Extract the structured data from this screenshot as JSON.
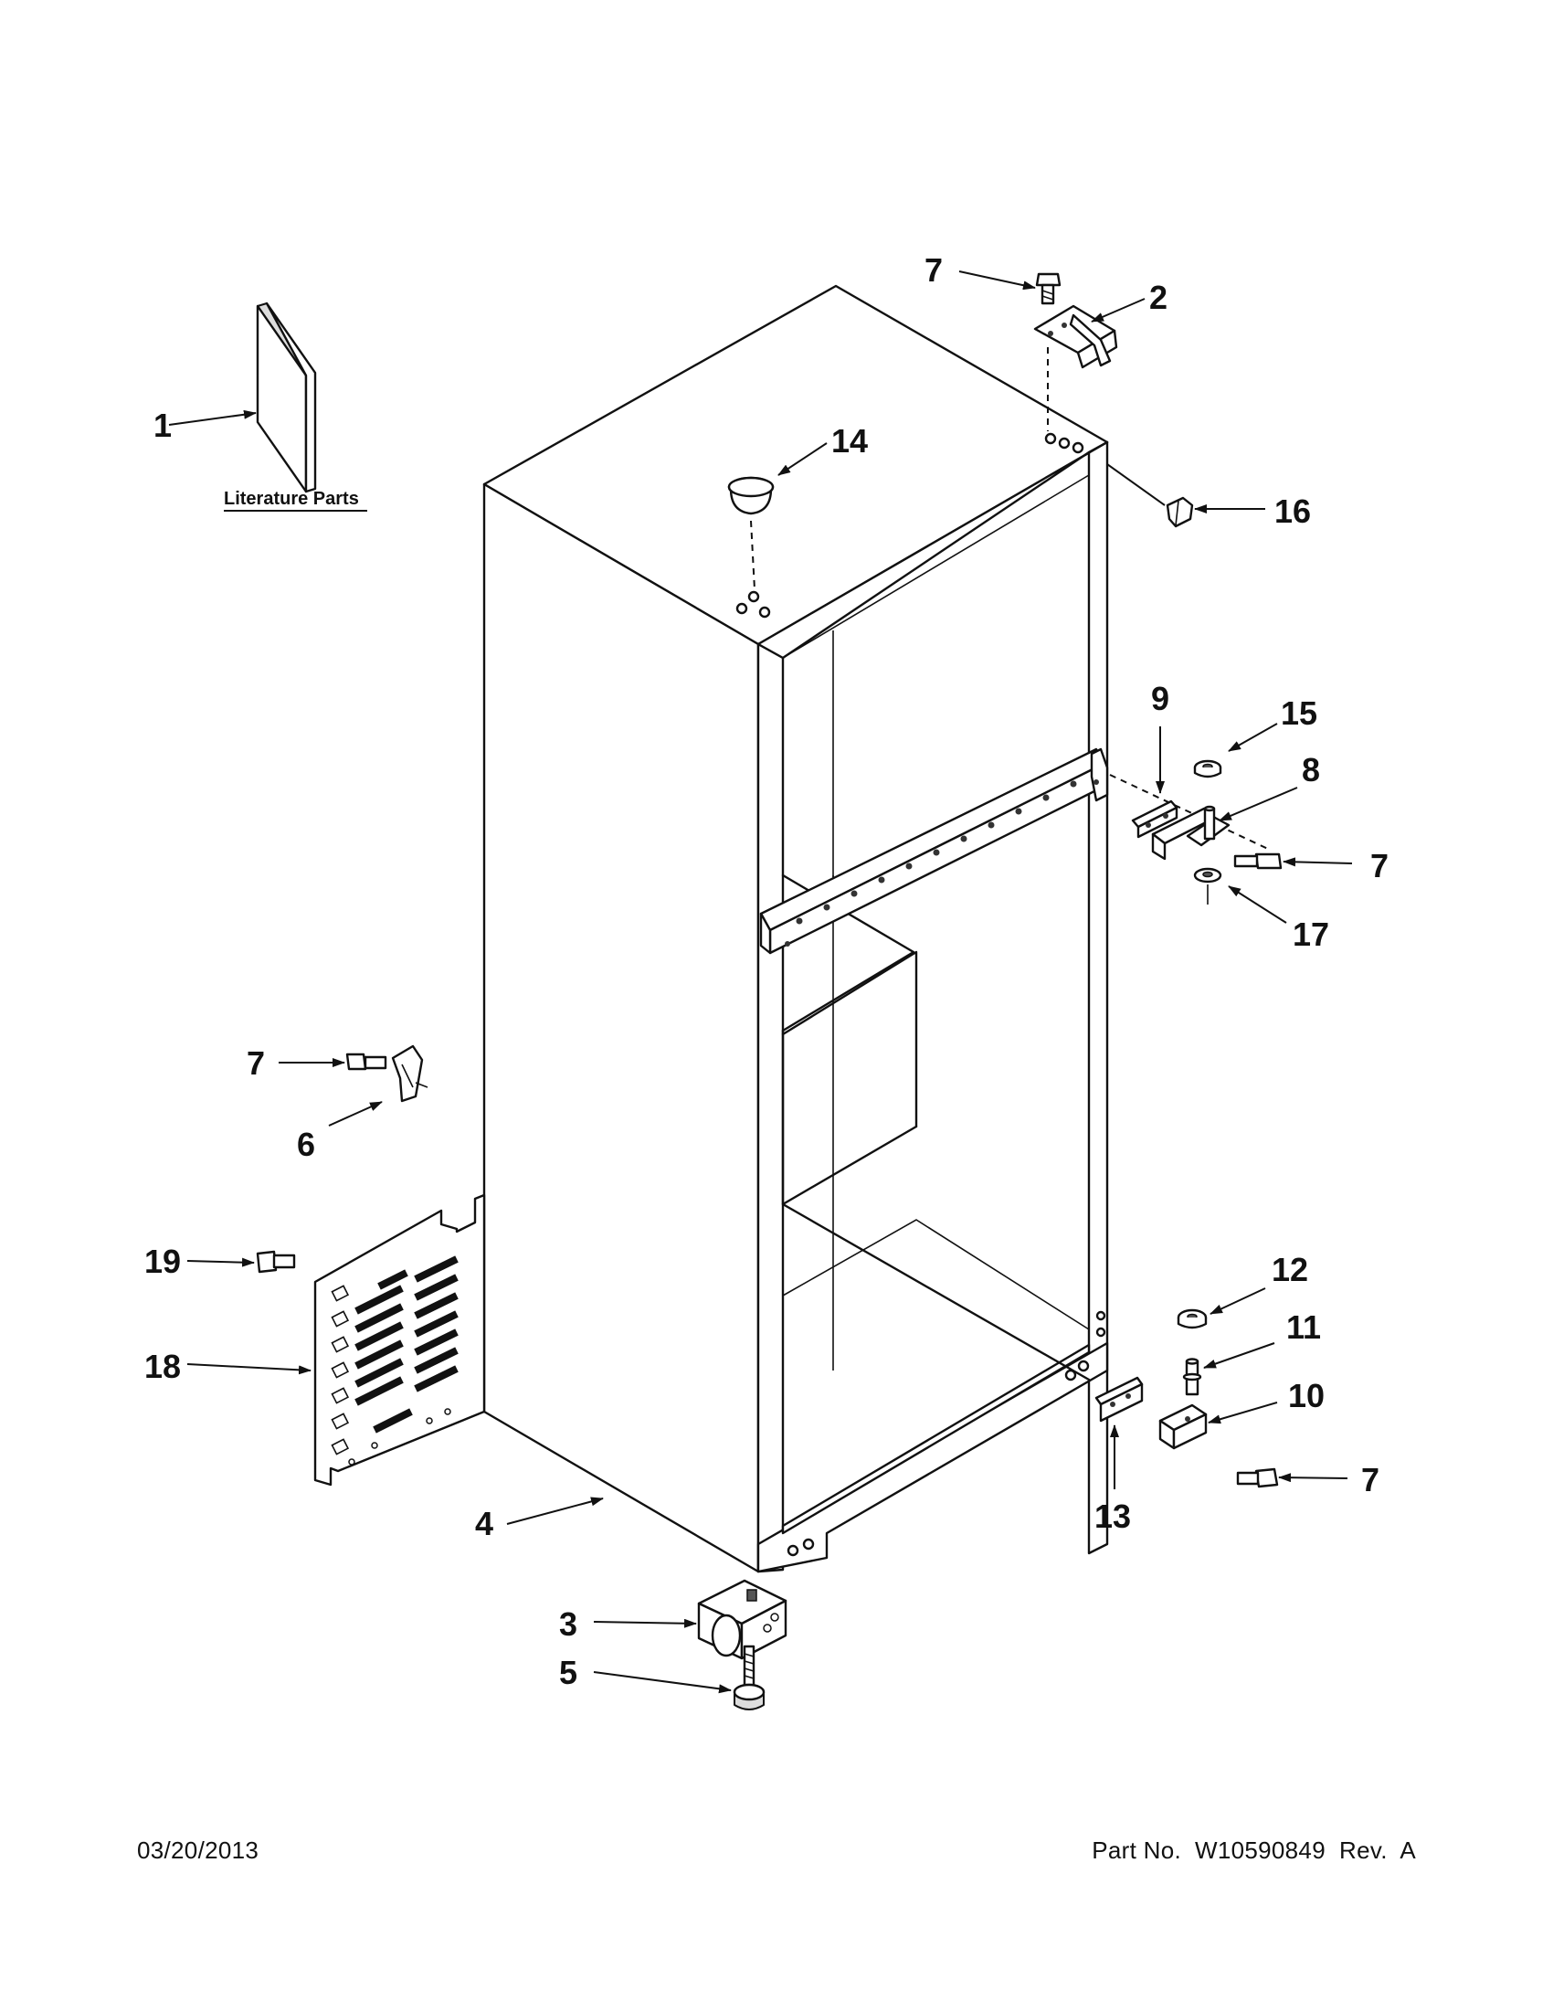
{
  "diagram": {
    "literature_label": "Literature Parts",
    "callouts": [
      {
        "id": "c1",
        "label": "1"
      },
      {
        "id": "c2",
        "label": "2"
      },
      {
        "id": "c3",
        "label": "3"
      },
      {
        "id": "c4",
        "label": "4"
      },
      {
        "id": "c5",
        "label": "5"
      },
      {
        "id": "c6",
        "label": "6"
      },
      {
        "id": "c7a",
        "label": "7"
      },
      {
        "id": "c7b",
        "label": "7"
      },
      {
        "id": "c7c",
        "label": "7"
      },
      {
        "id": "c7d",
        "label": "7"
      },
      {
        "id": "c8",
        "label": "8"
      },
      {
        "id": "c9",
        "label": "9"
      },
      {
        "id": "c10",
        "label": "10"
      },
      {
        "id": "c11",
        "label": "11"
      },
      {
        "id": "c12",
        "label": "12"
      },
      {
        "id": "c13",
        "label": "13"
      },
      {
        "id": "c14",
        "label": "14"
      },
      {
        "id": "c15",
        "label": "15"
      },
      {
        "id": "c16",
        "label": "16"
      },
      {
        "id": "c17",
        "label": "17"
      },
      {
        "id": "c18",
        "label": "18"
      },
      {
        "id": "c19",
        "label": "19"
      }
    ]
  },
  "footer": {
    "date": "03/20/2013",
    "part_number": "Part No.  W10590849  Rev.  A"
  }
}
